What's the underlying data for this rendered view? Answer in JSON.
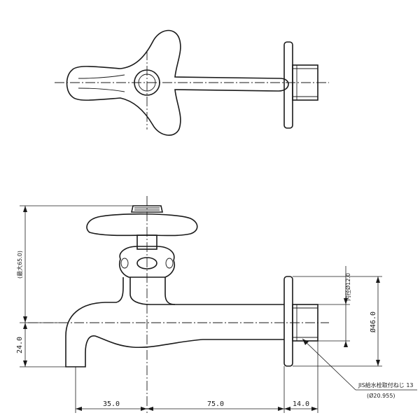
{
  "dimensions": {
    "total_height": "(最大65.0)",
    "spout_drop": "24.0",
    "dist_spout_center": "35.0",
    "dist_center_flange": "75.0",
    "thread_length": "14.0",
    "inner_diameter": "内径Ø12.0",
    "flange_diameter": "Ø46.0"
  },
  "callout": {
    "line1": "JIS給水栓取付ねじ 13",
    "line2": "(Ø20.955)"
  }
}
